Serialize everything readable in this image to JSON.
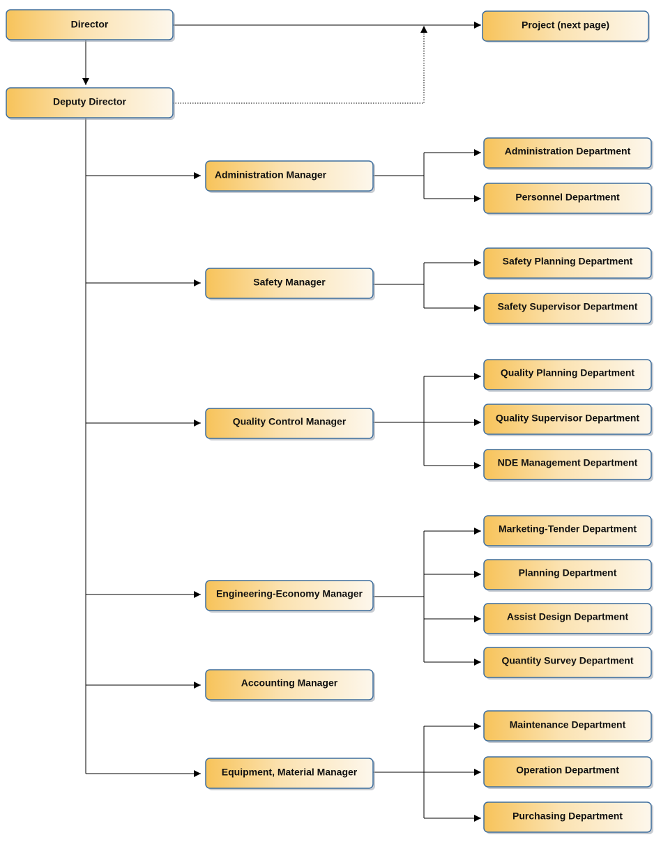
{
  "colors": {
    "box_fill_start": "#f7c35a",
    "box_fill_end": "#fdf7ec",
    "box_border": "#3e6e9e",
    "box_shadow": "#9aa3ad",
    "line": "#000000"
  },
  "nodes": {
    "director": "Director",
    "project": "Project (next page)",
    "deputy_director": "Deputy Director",
    "admin_manager": "Administration Manager",
    "admin_dept": "Administration Department",
    "personnel_dept": "Personnel Department",
    "safety_manager": "Safety Manager",
    "safety_planning_dept": "Safety Planning Department",
    "safety_supervisor_dept": "Safety Supervisor Department",
    "quality_manager": "Quality Control Manager",
    "quality_planning_dept": "Quality Planning Department",
    "quality_supervisor_dept": "Quality Supervisor Department",
    "nde_dept": "NDE Management Department",
    "engineering_manager": "Engineering-Economy Manager",
    "marketing_dept": "Marketing-Tender Department",
    "planning_dept": "Planning Department",
    "assist_design_dept": "Assist Design Department",
    "quantity_survey_dept": "Quantity Survey Department",
    "accounting_manager": "Accounting Manager",
    "equipment_manager": "Equipment, Material Manager",
    "maintenance_dept": "Maintenance Department",
    "operation_dept": "Operation Department",
    "purchasing_dept": "Purchasing Department"
  }
}
